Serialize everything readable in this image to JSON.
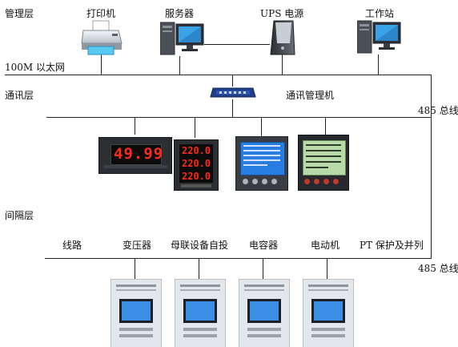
{
  "layers": {
    "management": "管理层",
    "network": "100M 以太网",
    "communication": "通讯层",
    "bay": "间隔层"
  },
  "devices": {
    "printer": "打印机",
    "server": "服务器",
    "ups": "UPS 电源",
    "workstation": "工作站",
    "comm_manager": "通讯管理机"
  },
  "bus": {
    "upper": "485 总线",
    "lower": "485 总线"
  },
  "meters": [
    {
      "display": "49.99",
      "color": "#ff2a1a"
    },
    {
      "rows": [
        "220.0",
        "220.0",
        "220.0"
      ],
      "color": "#ff2a1a"
    },
    {
      "type": "lcd-blue"
    },
    {
      "type": "lcd-green"
    }
  ],
  "circuits": [
    "线路",
    "变压器",
    "母联设备自投",
    "电容器",
    "电动机",
    "PT 保护及并列"
  ],
  "colors": {
    "line": "#222222",
    "led_red": "#ff2a1a",
    "lcd_blue": "#2a7de0",
    "lcd_green": "#b8d9a8"
  }
}
